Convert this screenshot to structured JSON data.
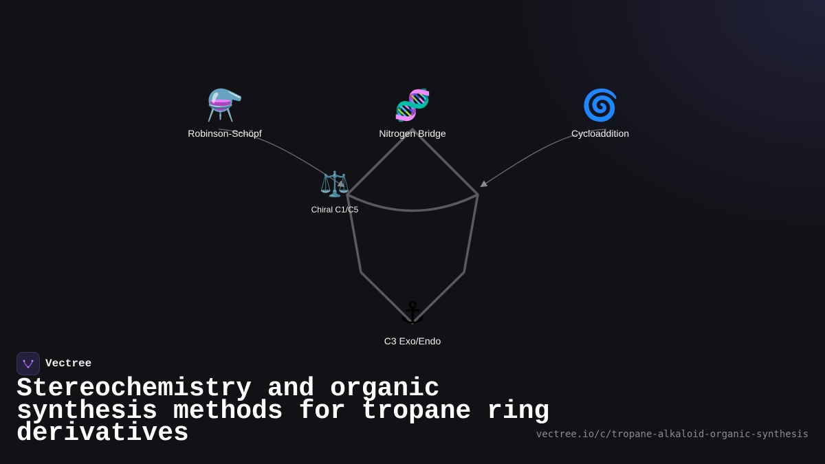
{
  "diagram": {
    "nodes": [
      {
        "id": "robinson",
        "icon": "flask-emoji",
        "emoji": "⚗️",
        "label": "Robinson-Schöpf"
      },
      {
        "id": "nitrogen",
        "icon": "dna-emoji",
        "emoji": "🧬",
        "label": "Nitrogen Bridge"
      },
      {
        "id": "cyclo",
        "icon": "cyclone-emoji",
        "emoji": "🌀",
        "label": "Cycloaddition"
      },
      {
        "id": "chiral",
        "icon": "balance-scale-emoji",
        "emoji": "⚖️",
        "label": "Chiral C1/C5"
      },
      {
        "id": "c3",
        "icon": "anchor-emoji",
        "emoji": "⚓",
        "label": "C3 Exo/Endo"
      }
    ],
    "edges": [
      {
        "from": "Robinson-Schöpf",
        "to": "Chiral C1/C5",
        "arrow": true
      },
      {
        "from": "Cycloaddition",
        "to": "tropane-ring",
        "arrow": true
      }
    ],
    "colors": {
      "ring_stroke": "#5a5a5e",
      "connector": "#6e6e72",
      "background": "#111116"
    }
  },
  "brand": {
    "name": "Vectree",
    "logo_icon": "vectree-logo-icon",
    "logo_color": "#8a4fd8"
  },
  "title": "Stereochemistry and organic synthesis methods for tropane ring derivatives",
  "url": "vectree.io/c/tropane-alkaloid-organic-synthesis"
}
